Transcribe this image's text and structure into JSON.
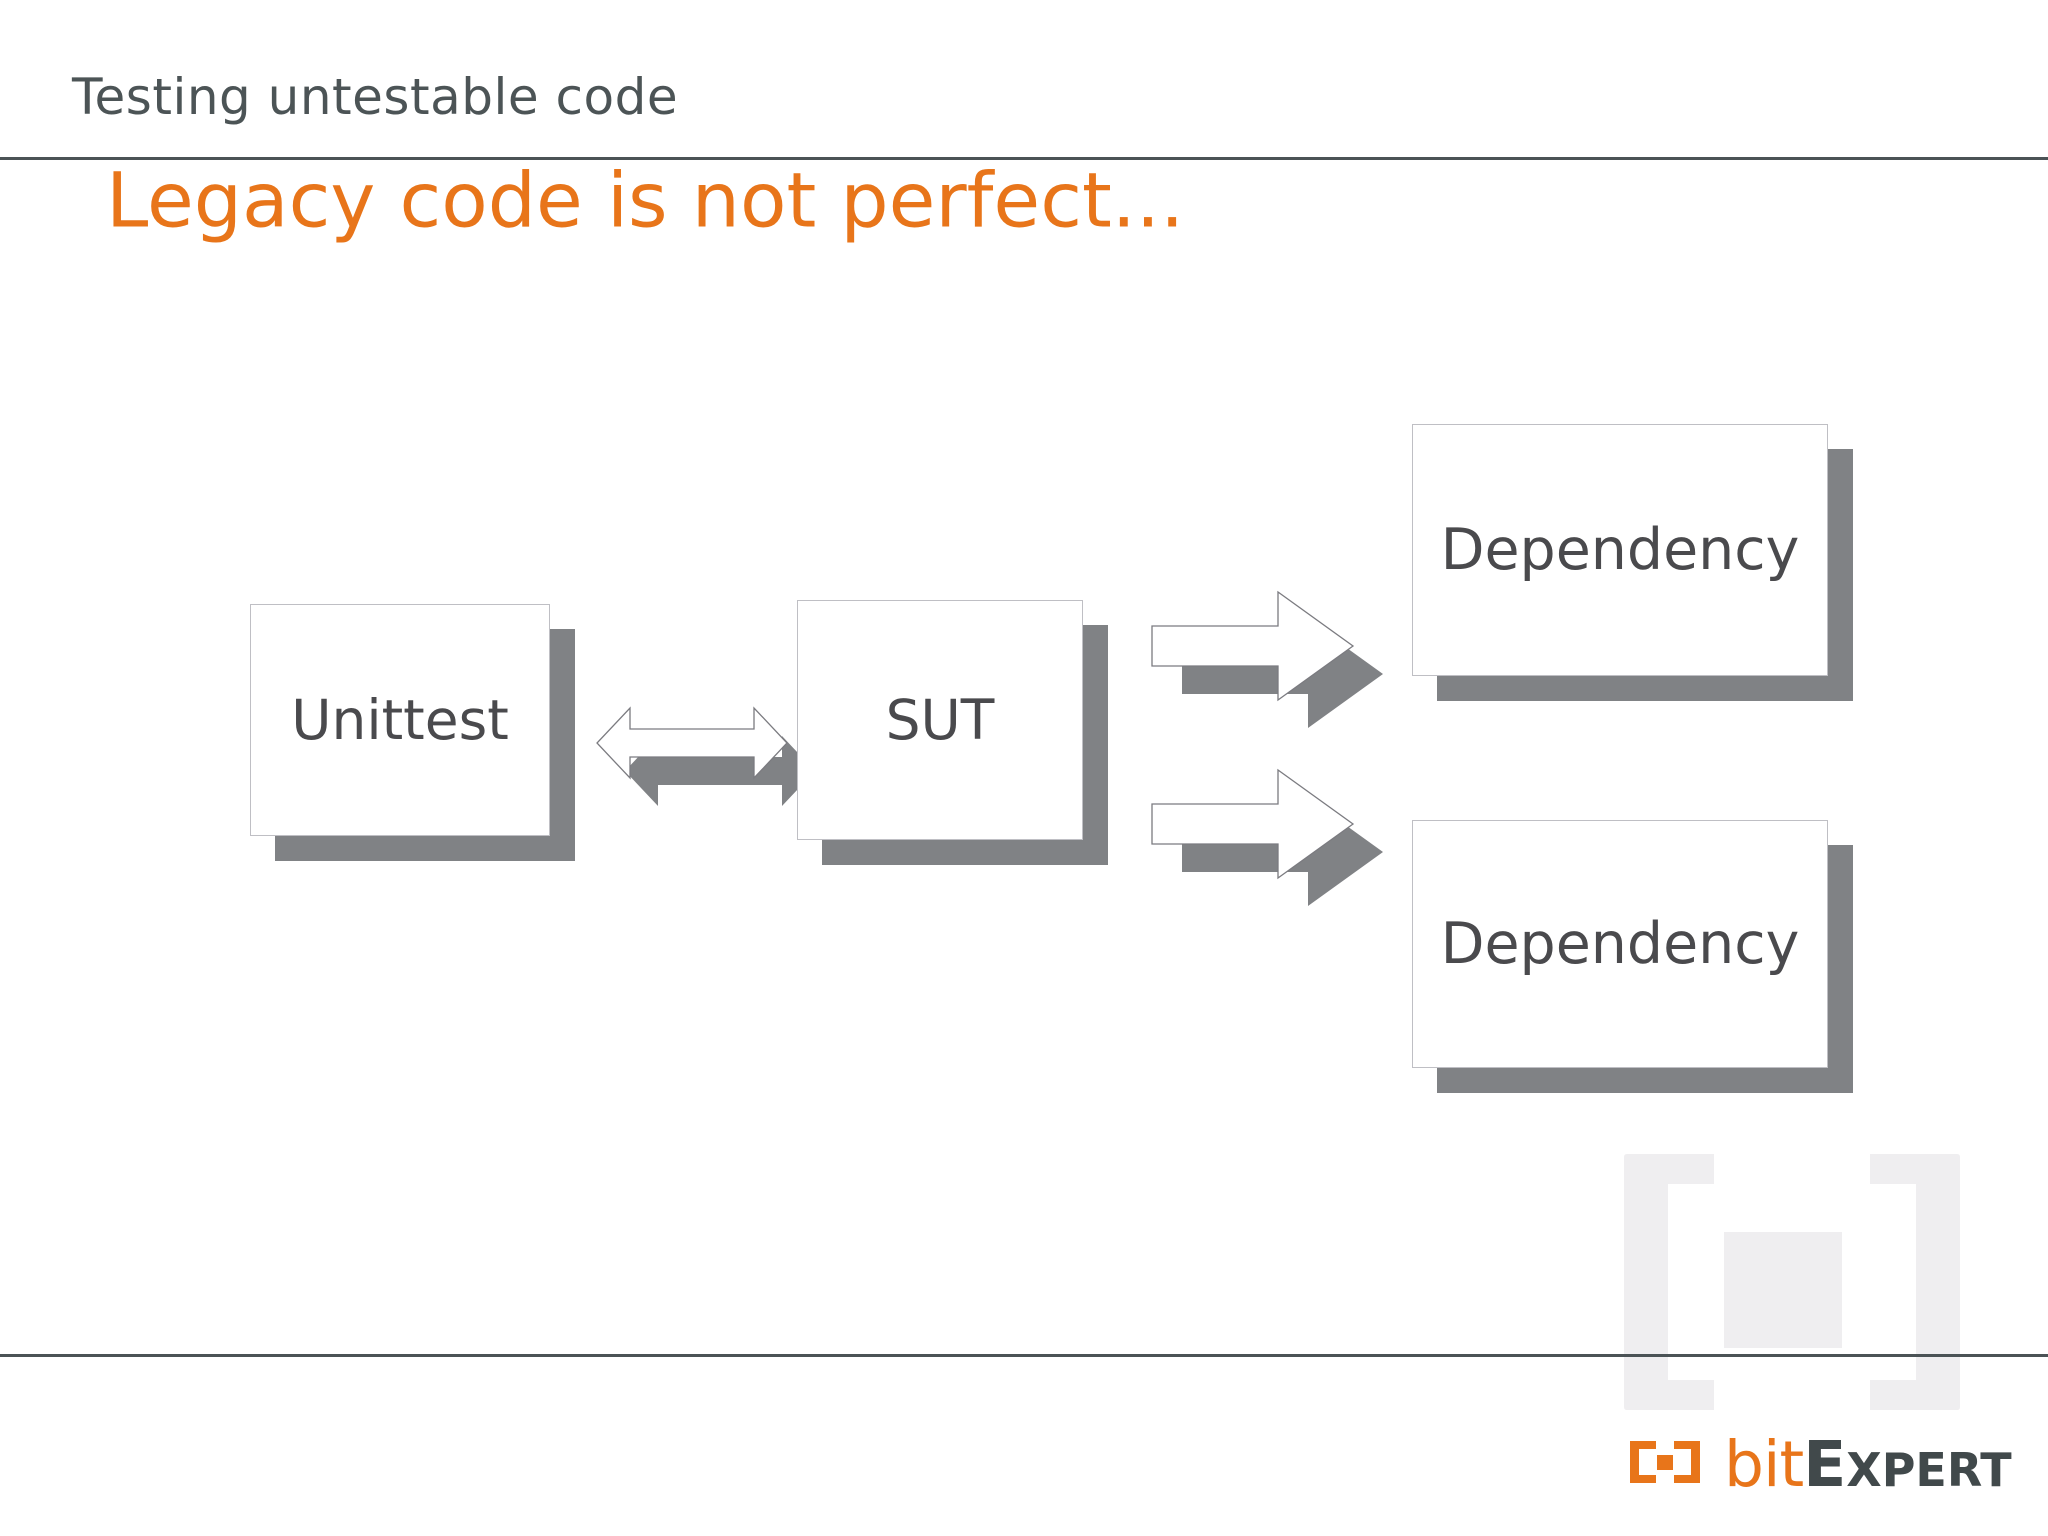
{
  "header": {
    "title": "Testing untestable code"
  },
  "slide": {
    "title": "Legacy code is not perfect..."
  },
  "colors": {
    "accent_orange": "#e8751a",
    "header_text": "#4c5456",
    "rule": "#4b5356",
    "box_fill": "#ffffff",
    "box_border": "#bfbfc4",
    "box_shadow": "#808285",
    "box_label": "#4a4a4d",
    "watermark": "#efeef0"
  },
  "diagram": {
    "type": "flow",
    "boxes": [
      {
        "id": "unittest",
        "label": "Unittest"
      },
      {
        "id": "sut",
        "label": "SUT"
      },
      {
        "id": "dependency-1",
        "label": "Dependency"
      },
      {
        "id": "dependency-2",
        "label": "Dependency"
      }
    ],
    "connectors": [
      {
        "id": "unittest-sut",
        "kind": "bidirectional-arrow",
        "from": "unittest",
        "to": "sut"
      },
      {
        "id": "sut-dependency-1",
        "kind": "right-arrow",
        "from": "sut",
        "to": "dependency-1"
      },
      {
        "id": "sut-dependency-2",
        "kind": "right-arrow",
        "from": "sut",
        "to": "dependency-2"
      }
    ]
  },
  "brand": {
    "name_part_1": "bit",
    "name_part_2_first": "E",
    "name_part_2_rest": "XPERT"
  }
}
